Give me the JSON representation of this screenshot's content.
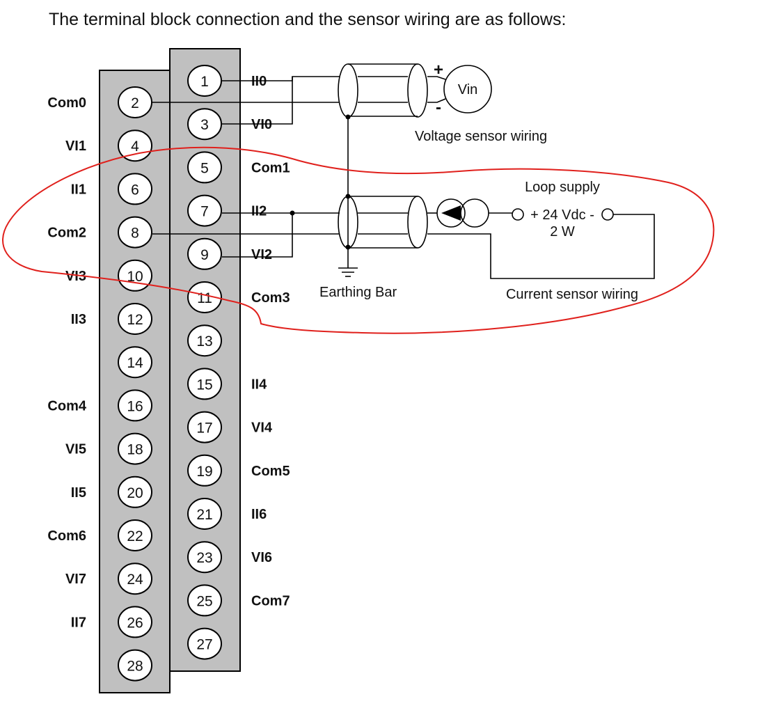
{
  "heading": "The terminal block connection and the sensor wiring are as follows:",
  "terminals": {
    "left": [
      {
        "n": "2",
        "label": "Com0"
      },
      {
        "n": "4",
        "label": "VI1"
      },
      {
        "n": "6",
        "label": "II1"
      },
      {
        "n": "8",
        "label": "Com2"
      },
      {
        "n": "10",
        "label": "VI3"
      },
      {
        "n": "12",
        "label": "II3"
      },
      {
        "n": "14",
        "label": ""
      },
      {
        "n": "16",
        "label": "Com4"
      },
      {
        "n": "18",
        "label": "VI5"
      },
      {
        "n": "20",
        "label": "II5"
      },
      {
        "n": "22",
        "label": "Com6"
      },
      {
        "n": "24",
        "label": "VI7"
      },
      {
        "n": "26",
        "label": "II7"
      },
      {
        "n": "28",
        "label": ""
      }
    ],
    "right": [
      {
        "n": "1",
        "label": "II0"
      },
      {
        "n": "3",
        "label": "VI0"
      },
      {
        "n": "5",
        "label": "Com1"
      },
      {
        "n": "7",
        "label": "II2"
      },
      {
        "n": "9",
        "label": "VI2"
      },
      {
        "n": "11",
        "label": "Com3"
      },
      {
        "n": "13",
        "label": ""
      },
      {
        "n": "15",
        "label": "II4"
      },
      {
        "n": "17",
        "label": "VI4"
      },
      {
        "n": "19",
        "label": "Com5"
      },
      {
        "n": "21",
        "label": "II6"
      },
      {
        "n": "23",
        "label": "VI6"
      },
      {
        "n": "25",
        "label": "Com7"
      },
      {
        "n": "27",
        "label": ""
      }
    ]
  },
  "voltage_sensor": {
    "source_label": "Vin",
    "plus": "+",
    "minus": "-",
    "caption": "Voltage sensor wiring"
  },
  "current_sensor": {
    "loop_supply_title": "Loop supply",
    "supply_line1": "+ 24 Vdc -",
    "supply_line2": "2 W",
    "caption": "Current sensor wiring"
  },
  "earthing_label": "Earthing Bar",
  "colors": {
    "strip_fill": "#c0c0c0",
    "annotation_red": "#e0201c",
    "line": "#000000"
  }
}
